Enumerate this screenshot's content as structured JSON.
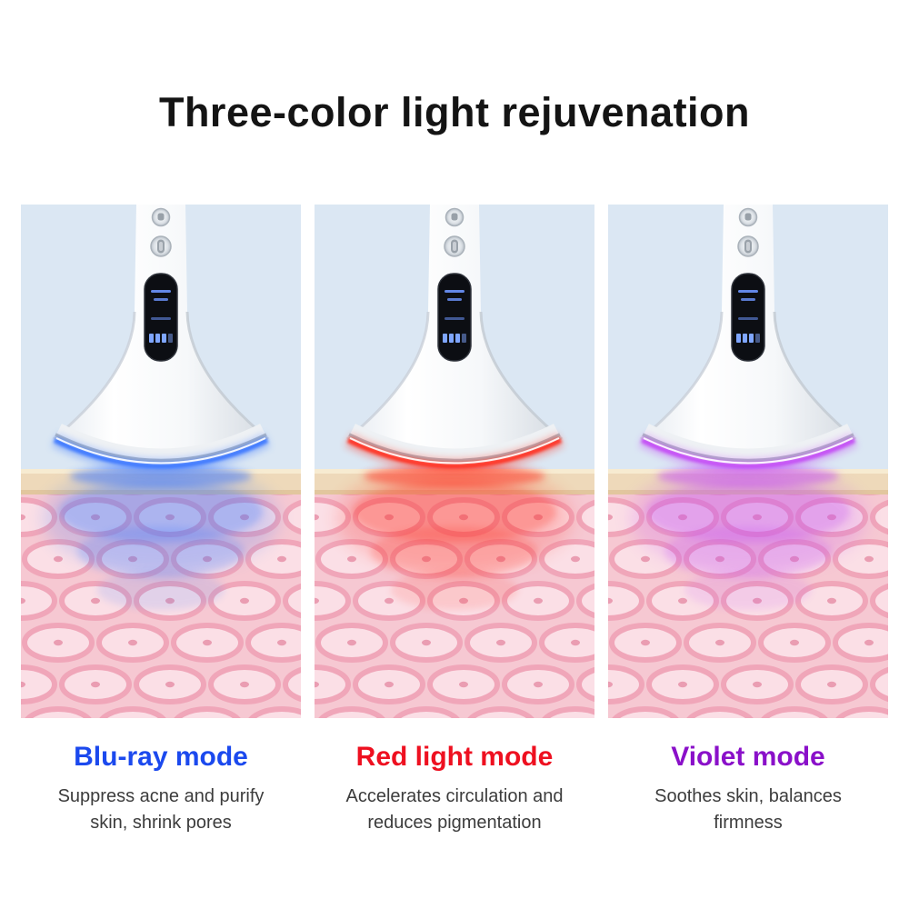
{
  "title": "Three-color light rejuvenation",
  "modes": [
    {
      "name": "Blu-ray mode",
      "title_color": "#1b49ee",
      "glow_color": "#3d78ff",
      "description": "Suppress acne and purify skin, shrink pores"
    },
    {
      "name": "Red light mode",
      "title_color": "#ee1020",
      "glow_color": "#ff3222",
      "description": "Accelerates circulation and reduces pigmentation"
    },
    {
      "name": "Violet mode",
      "title_color": "#8a10c9",
      "glow_color": "#c44ef5",
      "description": "Soothes skin, balances firmness"
    }
  ]
}
